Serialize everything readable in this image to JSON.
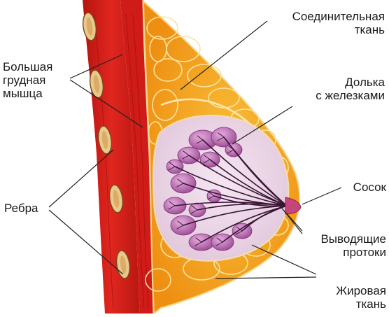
{
  "labels": {
    "connective": [
      "Соединительная",
      "ткань"
    ],
    "lobule": [
      "Долька",
      "с железками"
    ],
    "muscle": [
      "Большая",
      "грудная",
      "мышца"
    ],
    "nipple": [
      "Сосок"
    ],
    "ribs": [
      "Ребра"
    ],
    "ducts": [
      "Выводящие",
      "протоки"
    ],
    "fat": [
      "Жировая",
      "ткань"
    ]
  },
  "colors": {
    "muscle": "#d8231f",
    "muscle_dark": "#a8120f",
    "fat": "#f2a21c",
    "fat_light": "#f9c747",
    "fat_edge": "#fbe3a0",
    "gland": "#b45fa8",
    "gland_light": "#d89ad0",
    "duct": "#3a1436",
    "rib": "#e9c98a",
    "leader": "#222222"
  }
}
